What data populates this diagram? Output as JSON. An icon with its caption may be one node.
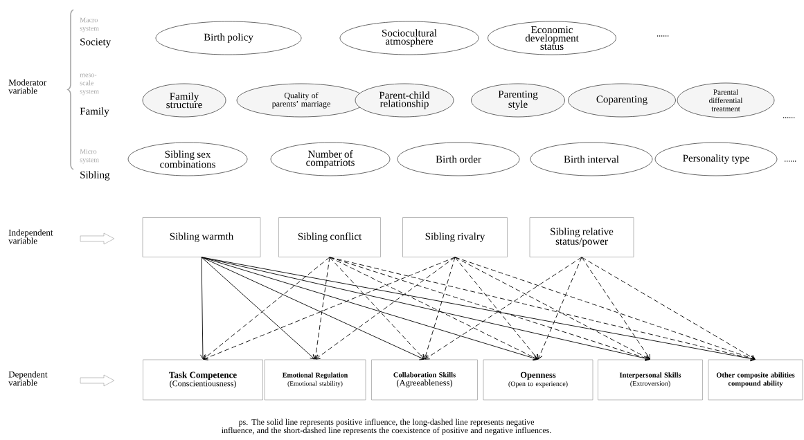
{
  "diagram": {
    "caption": "ps. The solid line represents positive influence, the long-dashed line represents negative influence, and the short-dashed line represents the coexistence of positive and negative influences.",
    "nodes": [
      {
        "text": [
          "Birth policy"
        ]
      },
      {
        "text": [
          "Sociocultural atmosphere"
        ]
      },
      {
        "text": [
          "Economic development status"
        ]
      },
      {
        "text": [
          "Family structure"
        ]
      },
      {
        "text": [
          "Quality of parents’ marriage"
        ]
      },
      {
        "text": [
          "Parent-child relationship"
        ]
      },
      {
        "text": [
          "Parenting style"
        ]
      },
      {
        "text": [
          "Coparenting"
        ]
      },
      {
        "text": [
          "Parental differential treatment"
        ]
      },
      {
        "text": [
          "Sibling sex combinations"
        ]
      },
      {
        "text": [
          "Number of compatriots"
        ]
      },
      {
        "text": [
          "Birth order"
        ]
      },
      {
        "text": [
          "Birth interval"
        ]
      },
      {
        "text": [
          "Personality type"
        ]
      },
      {
        "text": [
          "Sibling warmth"
        ]
      },
      {
        "text": [
          "Sibling conflict"
        ]
      },
      {
        "text": [
          "Sibling rivalry"
        ]
      },
      {
        "text": [
          "Sibling relative status/power"
        ]
      },
      {
        "text": [
          "Task Competence",
          "(Conscientiousness)"
        ]
      },
      {
        "text": [
          "Emotional Regulation",
          "(Emotional stability)"
        ]
      },
      {
        "text": [
          "Collaboration Skills",
          "(Agreeableness)"
        ]
      },
      {
        "text": [
          "Openness",
          "(Open to experience)"
        ]
      },
      {
        "text": [
          "Interpersonal Skills",
          "(Extroversion)"
        ]
      },
      {
        "text": [
          "Other composite abilities compound ability"
        ]
      }
    ],
    "edges": [
      {
        "from": 14,
        "to": 18,
        "arrow": "to"
      },
      {
        "from": 14,
        "to": 19,
        "arrow": "to"
      },
      {
        "from": 14,
        "to": 20,
        "arrow": "to"
      },
      {
        "from": 14,
        "to": 21,
        "arrow": "to"
      },
      {
        "from": 14,
        "to": 22,
        "arrow": "to"
      },
      {
        "from": 14,
        "to": 23,
        "arrow": "to"
      },
      {
        "from": 15,
        "to": 18,
        "arrow": "to",
        "style": "dashed"
      },
      {
        "from": 15,
        "to": 19,
        "arrow": "to",
        "style": "dashed"
      },
      {
        "from": 15,
        "to": 20,
        "arrow": "to",
        "style": "dashed"
      },
      {
        "from": 15,
        "to": 21,
        "arrow": "to",
        "style": "dashed"
      },
      {
        "from": 15,
        "to": 22,
        "arrow": "to",
        "style": "dashed"
      },
      {
        "from": 15,
        "to": 23,
        "arrow": "to",
        "style": "dashed"
      },
      {
        "from": 16,
        "to": 18,
        "arrow": "to",
        "style": "dashed"
      },
      {
        "from": 16,
        "to": 19,
        "arrow": "to",
        "style": "dashed"
      },
      {
        "from": 16,
        "to": 20,
        "arrow": "to",
        "style": "dashed"
      },
      {
        "from": 16,
        "to": 21,
        "arrow": "to",
        "style": "dashed"
      },
      {
        "from": 16,
        "to": 22,
        "arrow": "to",
        "style": "dashed"
      },
      {
        "from": 16,
        "to": 23,
        "arrow": "to",
        "style": "dashed"
      },
      {
        "from": 17,
        "to": 20,
        "arrow": "to",
        "style": "dashed"
      },
      {
        "from": 17,
        "to": 21,
        "arrow": "to",
        "style": "dashed"
      },
      {
        "from": 17,
        "to": 22,
        "arrow": "to",
        "style": "dashed"
      },
      {
        "from": 17,
        "to": 23,
        "arrow": "to",
        "style": "dashed"
      }
    ],
    "labels": [
      "Macro system",
      "Society",
      "Moderator variable",
      "......",
      "meso-scale system",
      "Family",
      "......",
      "Micro system",
      "Sibling",
      "......",
      "Independent variable",
      "Dependent variable"
    ]
  }
}
